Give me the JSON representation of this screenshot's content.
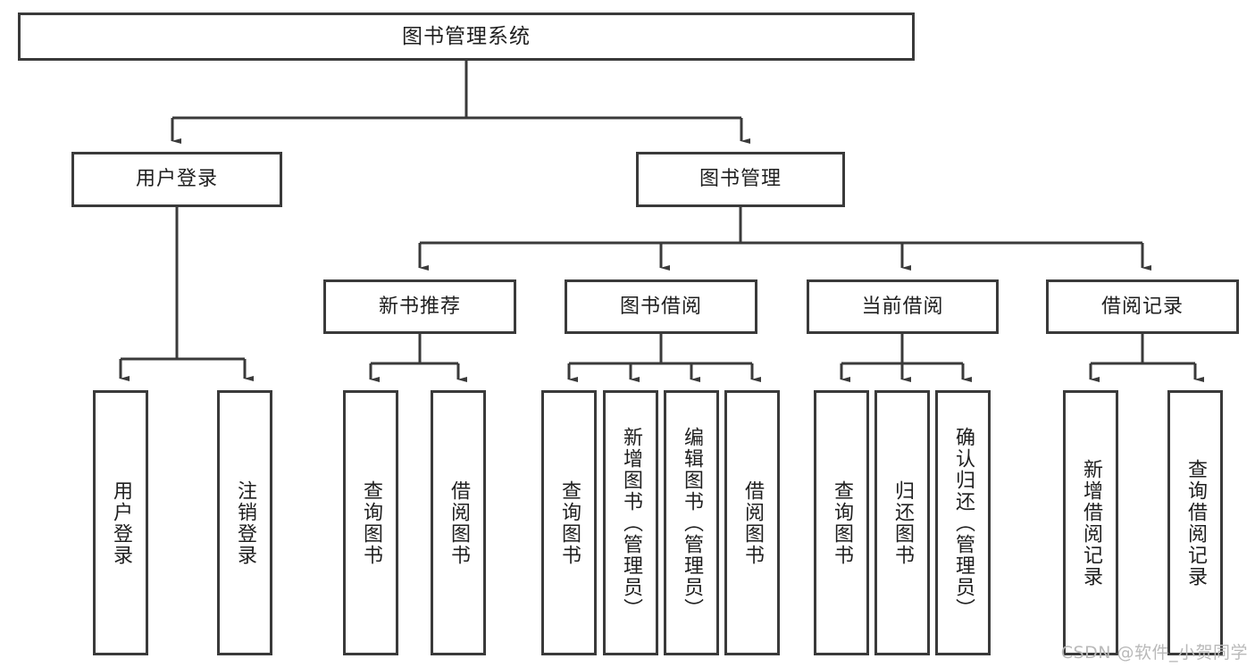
{
  "diagram": {
    "title": "图书管理系统",
    "type": "hierarchy-tree",
    "root": {
      "label": "图书管理系统"
    },
    "level2": [
      {
        "label": "用户登录"
      },
      {
        "label": "图书管理"
      }
    ],
    "level3": [
      {
        "label": "新书推荐"
      },
      {
        "label": "图书借阅"
      },
      {
        "label": "当前借阅"
      },
      {
        "label": "借阅记录"
      }
    ],
    "leaves": {
      "user_login": [
        {
          "label": "用户登录"
        },
        {
          "label": "注销登录"
        }
      ],
      "new_book_recommend": [
        {
          "label": "查询图书"
        },
        {
          "label": "借阅图书"
        }
      ],
      "book_borrow": [
        {
          "label": "查询图书"
        },
        {
          "label": "新增图书（管理员）"
        },
        {
          "label": "编辑图书（管理员）"
        },
        {
          "label": "借阅图书"
        }
      ],
      "current_borrow": [
        {
          "label": "查询图书"
        },
        {
          "label": "归还图书"
        },
        {
          "label": "确认归还（管理员）"
        }
      ],
      "borrow_record": [
        {
          "label": "新增借阅记录"
        },
        {
          "label": "查询借阅记录"
        }
      ]
    }
  },
  "watermark": {
    "text": "CSDN @软件_小贺同学"
  },
  "colors": {
    "border": "#3a3a3a",
    "text": "#1f1f1f",
    "background": "#ffffff",
    "watermark": "#b9b9b9"
  }
}
